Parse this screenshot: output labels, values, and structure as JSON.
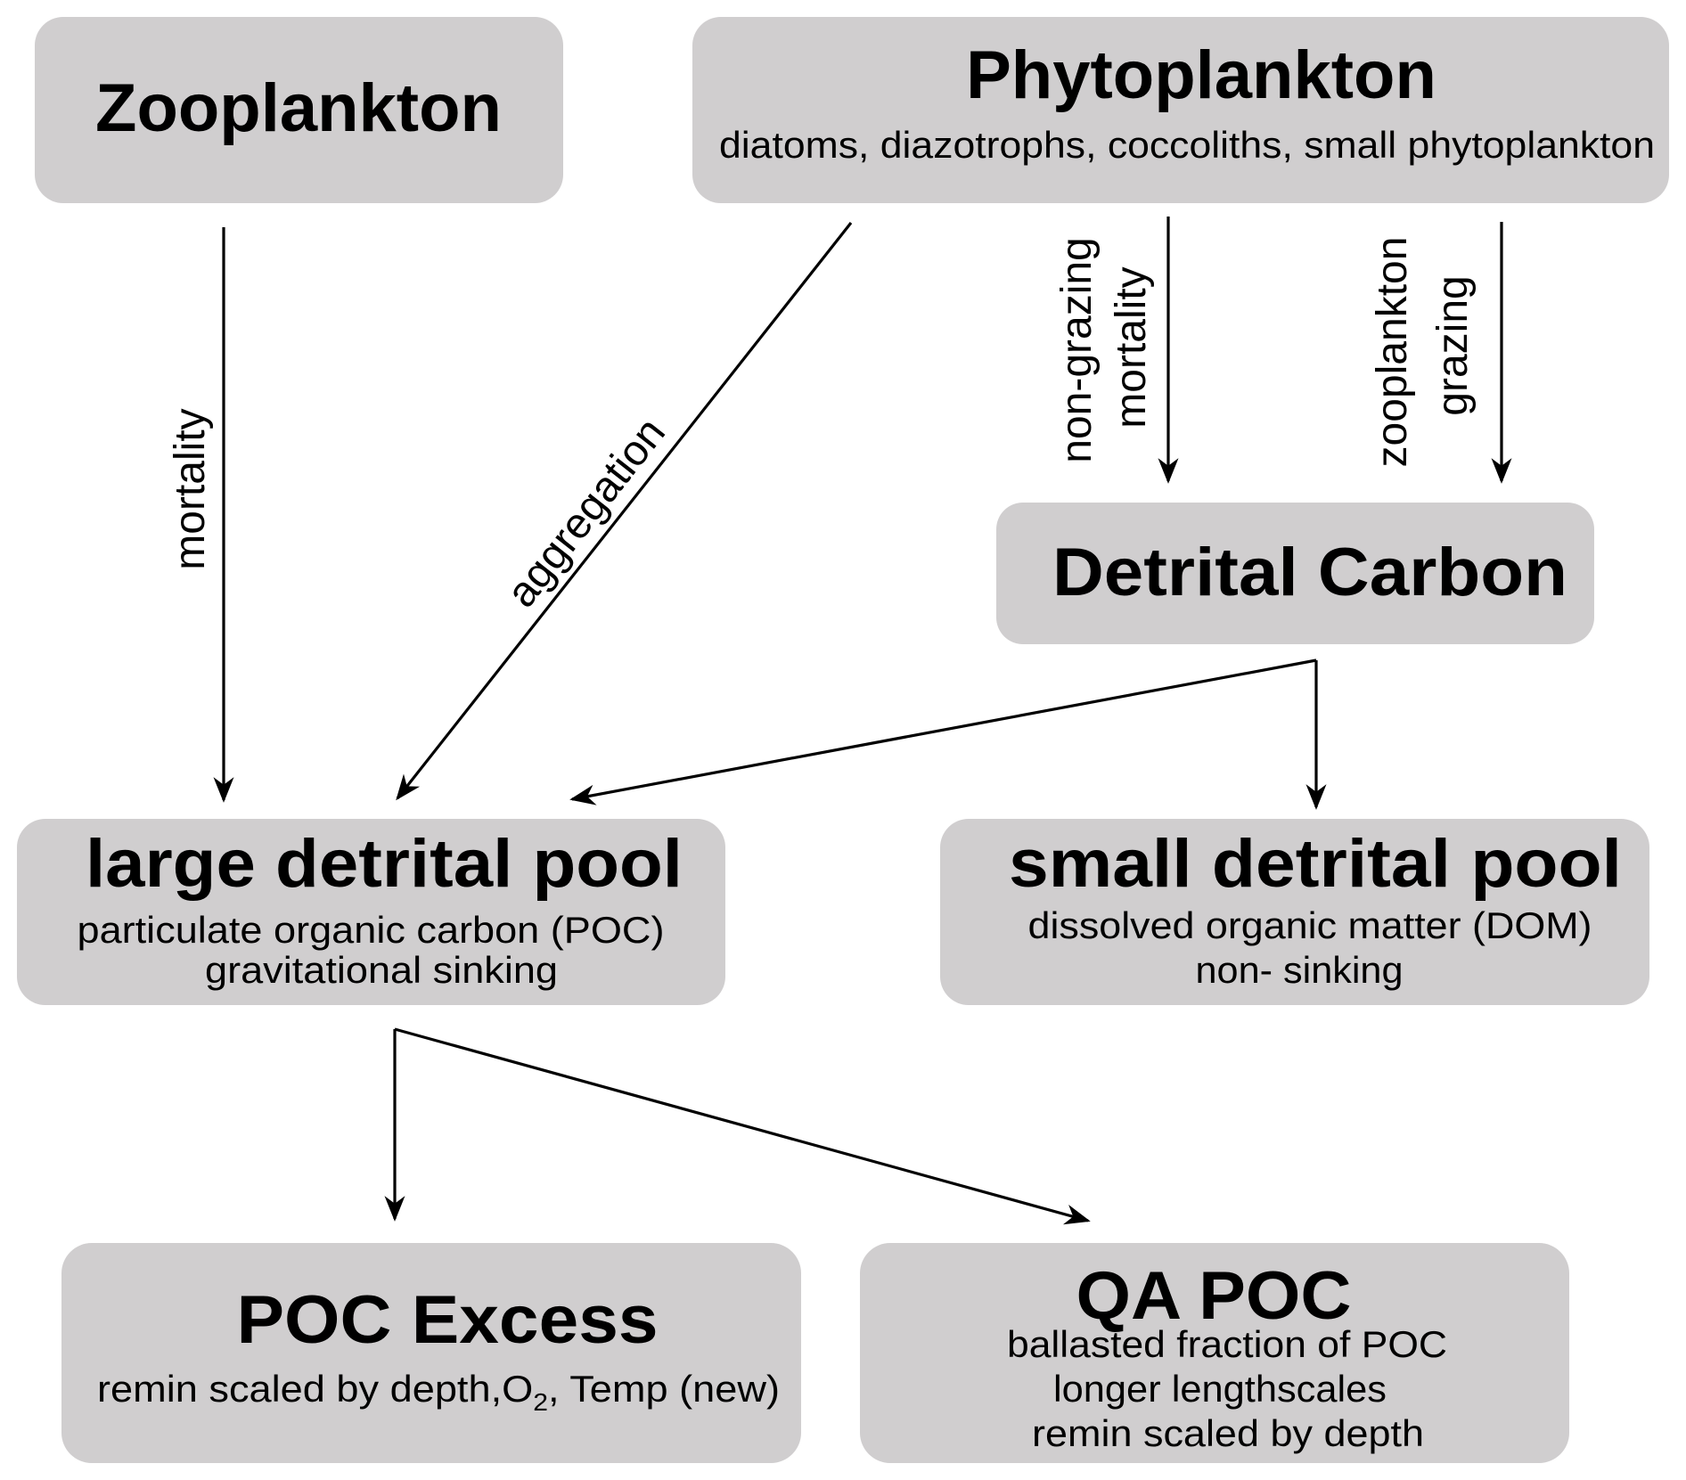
{
  "diagram": {
    "nodes": {
      "zooplankton": {
        "title": "Zooplankton"
      },
      "phytoplankton": {
        "title": "Phytoplankton",
        "subtitle": "diatoms, diazotrophs, coccoliths, small phytoplankton"
      },
      "detrital_carbon": {
        "title": "Detrital Carbon"
      },
      "large_detrital_pool": {
        "title": "large detrital pool",
        "lines": [
          "particulate organic carbon (POC)",
          "gravitational sinking"
        ]
      },
      "small_detrital_pool": {
        "title": "small detrital pool",
        "lines": [
          "dissolved organic matter (DOM)",
          "non- sinking"
        ]
      },
      "poc_excess": {
        "title": "POC Excess",
        "line_pre": "remin scaled by depth,O",
        "line_sub": "2",
        "line_post": ", Temp (new)"
      },
      "qa_poc": {
        "title": "QA POC",
        "lines": [
          "ballasted fraction of POC",
          "longer lengthscales",
          "remin scaled by depth"
        ]
      }
    },
    "edges": {
      "zoo_to_large": {
        "from": "Zooplankton",
        "to": "large detrital pool",
        "label": "mortality"
      },
      "phyto_to_large": {
        "from": "Phytoplankton",
        "to": "large detrital pool",
        "label": "aggregation"
      },
      "phyto_to_detrital_mortality": {
        "from": "Phytoplankton",
        "to": "Detrital Carbon",
        "label_line1": "non-grazing",
        "label_line2": "mortality"
      },
      "phyto_to_detrital_grazing": {
        "from": "Phytoplankton",
        "to": "Detrital Carbon",
        "label_line1": "zooplankton",
        "label_line2": "grazing"
      },
      "detrital_to_large": {
        "from": "Detrital Carbon",
        "to": "large detrital pool",
        "label": ""
      },
      "detrital_to_small": {
        "from": "Detrital Carbon",
        "to": "small detrital pool",
        "label": ""
      },
      "large_to_poc_excess": {
        "from": "large detrital pool",
        "to": "POC Excess",
        "label": ""
      },
      "large_to_qa_poc": {
        "from": "large detrital pool",
        "to": "QA POC",
        "label": ""
      }
    },
    "colors": {
      "box_fill": "#d0cecf",
      "line": "#000000",
      "background": "#ffffff"
    }
  }
}
